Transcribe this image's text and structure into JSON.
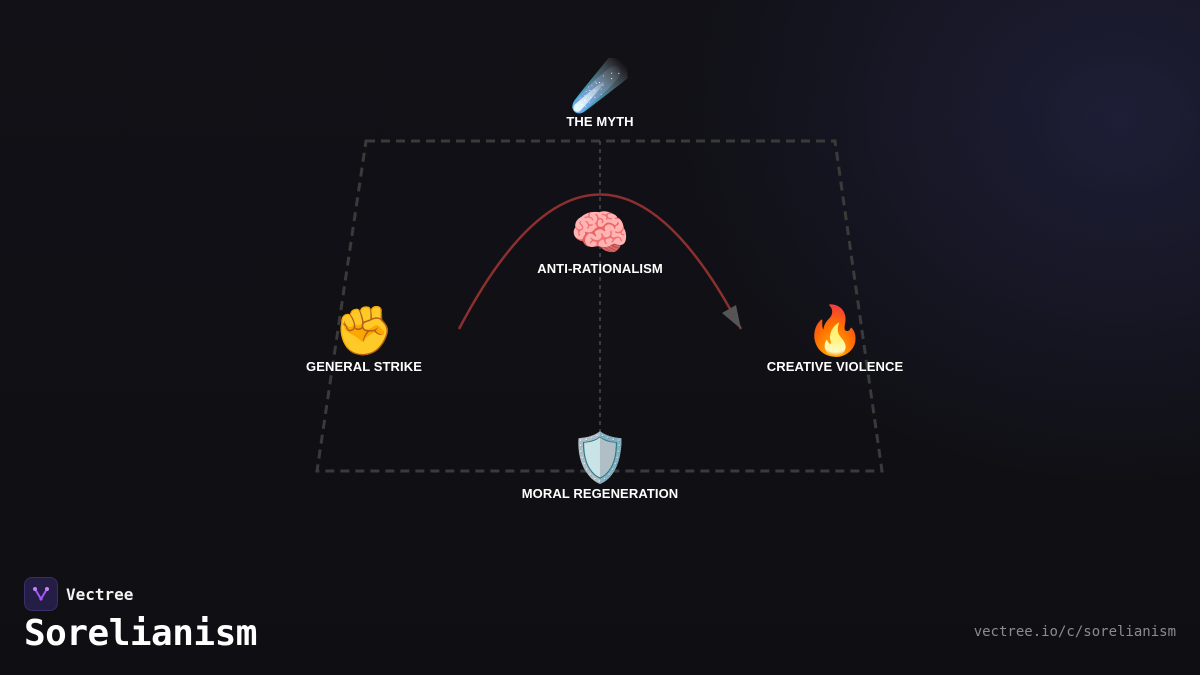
{
  "brand": {
    "name": "Vectree",
    "logo_icon": "vectree-branch-icon",
    "accent_color": "#a855f7"
  },
  "page": {
    "title": "Sorelianism",
    "url": "vectree.io/c/sorelianism"
  },
  "diagram": {
    "frame_color": "#3a3a3a",
    "arc_color": "#8b2f2f",
    "nodes": [
      {
        "id": "myth",
        "label": "THE MYTH",
        "icon": "comet-icon",
        "glyph": "☄️"
      },
      {
        "id": "anti",
        "label": "ANTI-RATIONALISM",
        "icon": "brain-icon",
        "glyph": "🧠"
      },
      {
        "id": "strike",
        "label": "GENERAL STRIKE",
        "icon": "raised-fist-icon",
        "glyph": "✊"
      },
      {
        "id": "violence",
        "label": "CREATIVE VIOLENCE",
        "icon": "fire-icon",
        "glyph": "🔥"
      },
      {
        "id": "moral",
        "label": "MORAL REGENERATION",
        "icon": "shield-icon",
        "glyph": "🛡️"
      }
    ]
  }
}
